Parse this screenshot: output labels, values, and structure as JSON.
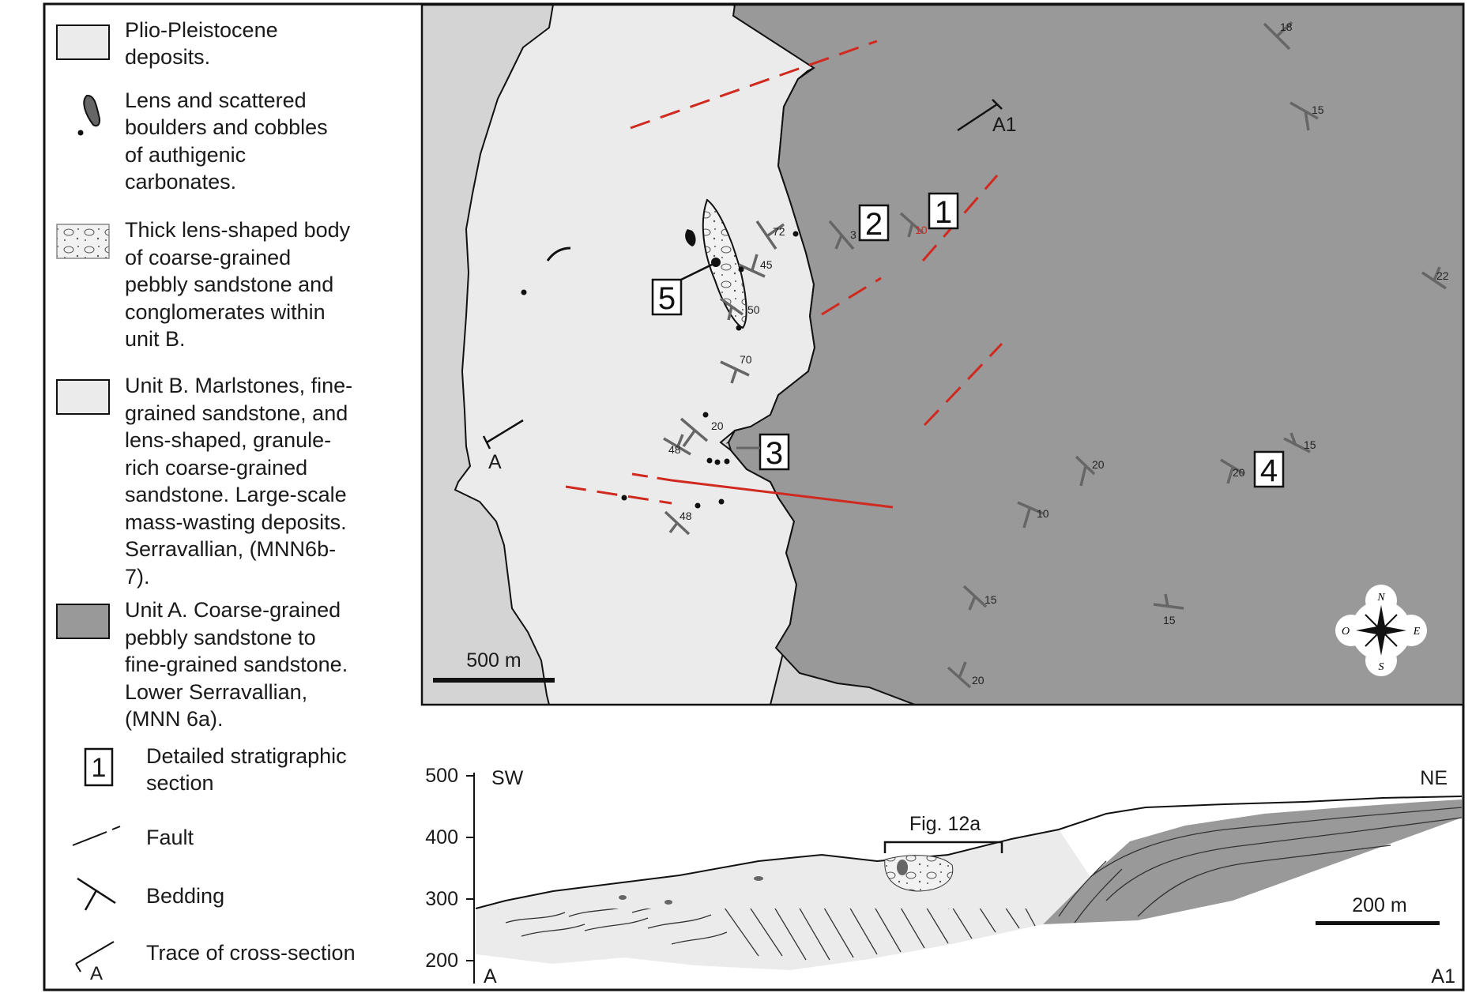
{
  "legend": {
    "plio": [
      "Plio-Pleistocene",
      "deposits."
    ],
    "lens": [
      "Lens and scattered",
      "boulders and cobbles",
      "of authigenic",
      "carbonates."
    ],
    "thick": [
      "Thick lens-shaped body",
      "of coarse-grained",
      "pebbly sandstone and",
      "conglomerates within",
      "unit B."
    ],
    "unitB": [
      "Unit B. Marlstones, fine-",
      "grained sandstone, and",
      "lens-shaped, granule-",
      "rich coarse-grained",
      "sandstone. Large-scale",
      "mass-wasting deposits.",
      "Serravallian, (MNN6b-",
      "7)."
    ],
    "unitA": [
      "Unit A. Coarse-grained",
      "pebbly sandstone to",
      "fine-grained sandstone.",
      "Lower Serravallian,",
      "(MNN 6a)."
    ],
    "section": {
      "num": "1",
      "text": [
        "Detailed stratigraphic",
        "section"
      ]
    },
    "fault": "Fault",
    "bedding": "Bedding",
    "trace": {
      "label": "A",
      "text": "Trace of cross-section"
    }
  },
  "map": {
    "scale_label": "500 m",
    "trace_start": "A",
    "trace_end": "A1",
    "sections": [
      "1",
      "2",
      "3",
      "4",
      "5"
    ],
    "compass": {
      "n": "N",
      "s": "S",
      "e": "E",
      "w": "O"
    },
    "dips": [
      {
        "id": "d18",
        "label": "18"
      },
      {
        "id": "d15a",
        "label": "15"
      },
      {
        "id": "d22",
        "label": "22"
      },
      {
        "id": "d72",
        "label": "72"
      },
      {
        "id": "d3",
        "label": "3"
      },
      {
        "id": "d10red",
        "label": "10"
      },
      {
        "id": "d45",
        "label": "45"
      },
      {
        "id": "d50",
        "label": "50"
      },
      {
        "id": "d70",
        "label": "70"
      },
      {
        "id": "d20a",
        "label": "20"
      },
      {
        "id": "d48a",
        "label": "48"
      },
      {
        "id": "d48b",
        "label": "48"
      },
      {
        "id": "d20b",
        "label": "20"
      },
      {
        "id": "d10",
        "label": "10"
      },
      {
        "id": "d20c",
        "label": "20"
      },
      {
        "id": "d15b",
        "label": "15"
      },
      {
        "id": "d15c",
        "label": "15"
      },
      {
        "id": "d15d",
        "label": "15"
      },
      {
        "id": "d20d",
        "label": "20"
      }
    ]
  },
  "section_profile": {
    "y_ticks": [
      "500",
      "400",
      "300",
      "200"
    ],
    "sw": "SW",
    "ne": "NE",
    "start": "A",
    "end": "A1",
    "fig_ref": "Fig. 12a",
    "scale_label": "200 m"
  },
  "colors": {
    "light": "#ebebeb",
    "pale": "#d4d4d4",
    "dark": "#999999",
    "fault": "#d02a20"
  }
}
